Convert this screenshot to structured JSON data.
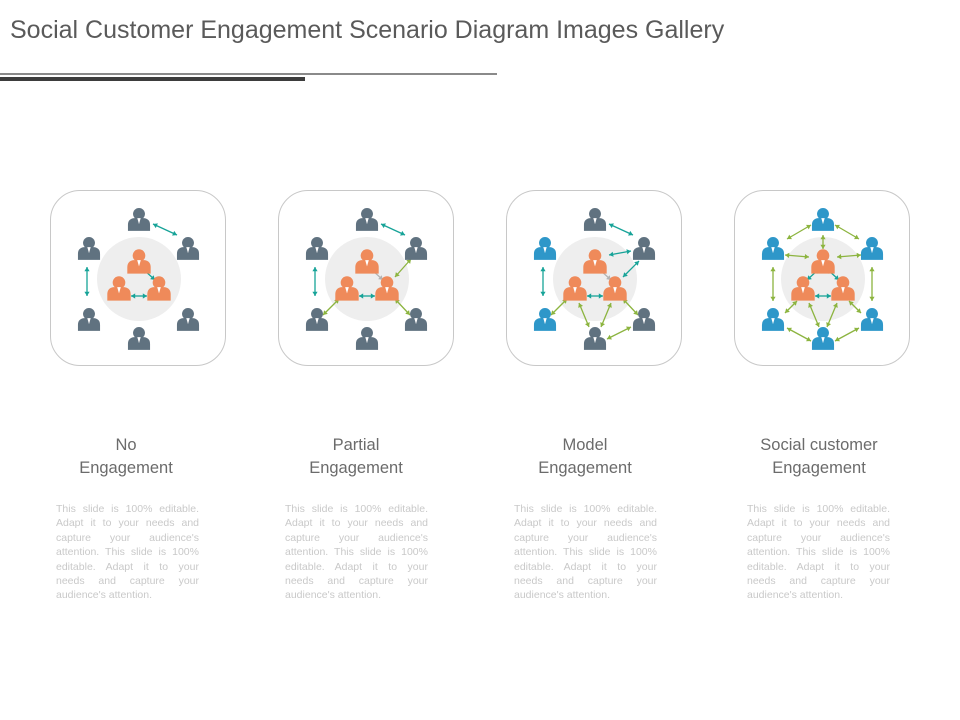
{
  "title": "Social Customer Engagement Scenario Diagram Images Gallery",
  "colors": {
    "person_gray": "#607280",
    "person_orange": "#ef8a5a",
    "person_blue": "#2e97c9",
    "arrow_teal": "#17a398",
    "arrow_green": "#8cb43f",
    "arrow_gray": "#b3b3b3",
    "center_circle": "#eeeeee"
  },
  "columns": [
    {
      "title_lines": [
        "No",
        "Engagement"
      ],
      "description": "This slide is 100% editable. Adapt it to your needs and capture your audience's attention. This slide is 100% editable. Adapt it to your needs and capture your audience's attention.",
      "outer_icons": [
        "person-gray",
        "person-gray",
        "person-gray",
        "person-gray",
        "person-gray",
        "person-gray"
      ]
    },
    {
      "title_lines": [
        "Partial",
        "Engagement"
      ],
      "description": "This slide is 100% editable. Adapt it to your needs and capture your audience's attention. This slide is 100% editable. Adapt it to your needs and capture your audience's attention.",
      "outer_icons": [
        "person-gray",
        "person-gray",
        "person-gray",
        "person-gray",
        "person-gray",
        "person-gray"
      ]
    },
    {
      "title_lines": [
        "Model",
        "Engagement"
      ],
      "description": "This slide is 100% editable. Adapt it to your needs and capture your audience's attention. This slide is 100% editable. Adapt it to your needs and capture your audience's attention.",
      "outer_icons": [
        "person-gray",
        "person-gray",
        "person-gray",
        "person-gray",
        "person-blue",
        "person-blue"
      ]
    },
    {
      "title_lines": [
        "Social customer",
        "Engagement"
      ],
      "description": "This slide is 100% editable. Adapt it to your needs and capture your audience's attention. This slide is 100% editable. Adapt it to your needs and capture your audience's attention.",
      "outer_icons": [
        "person-blue",
        "person-blue",
        "person-blue",
        "person-blue",
        "person-blue",
        "person-blue"
      ]
    }
  ]
}
